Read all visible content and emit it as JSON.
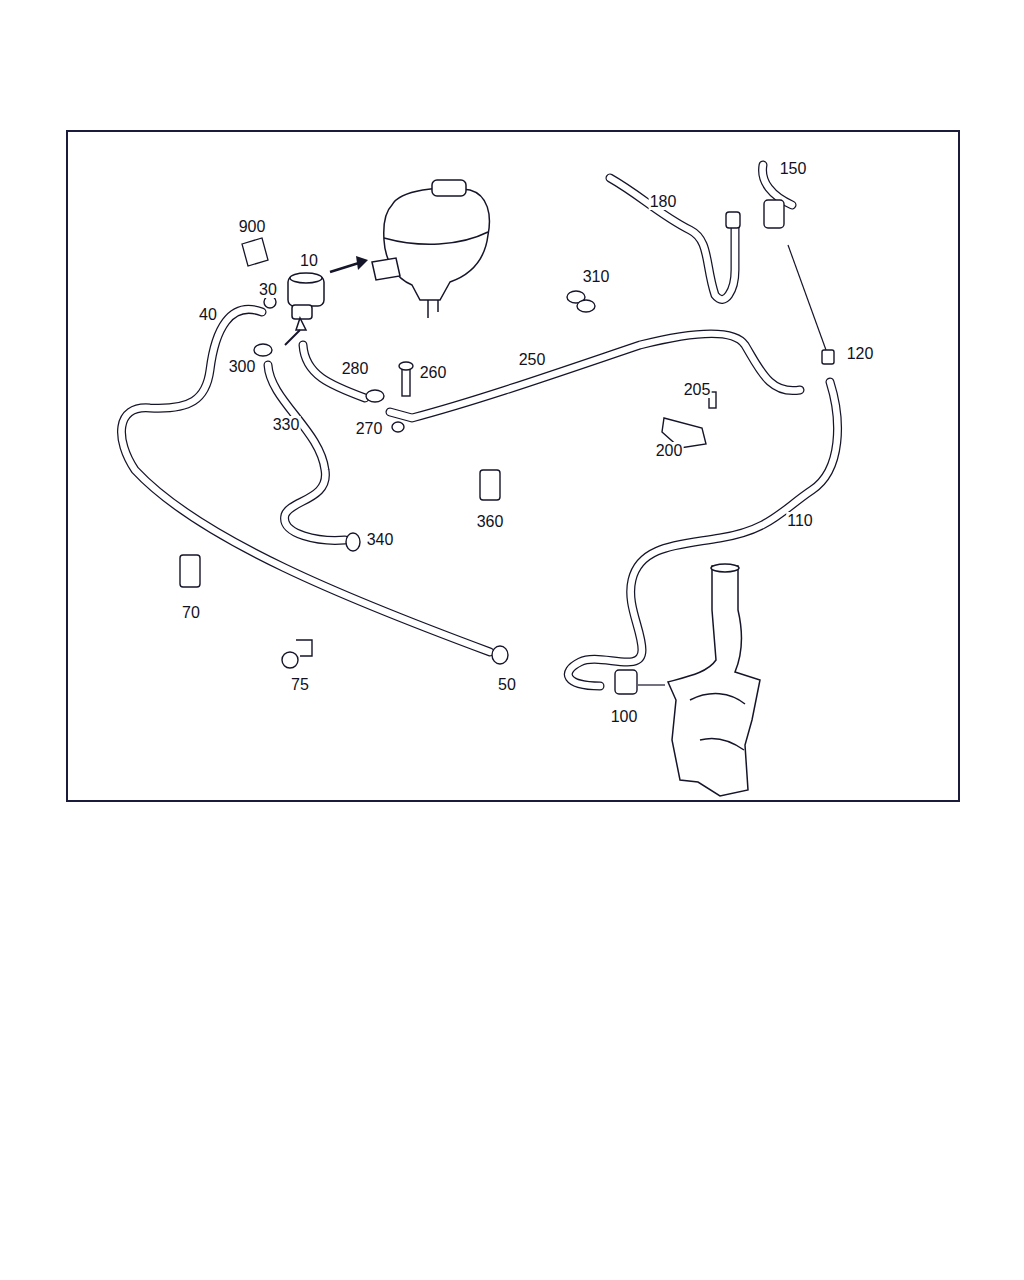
{
  "diagram": {
    "labels": [
      "150",
      "180",
      "900",
      "310",
      "10",
      "30",
      "40",
      "120",
      "280",
      "300",
      "260",
      "250",
      "205",
      "270",
      "330",
      "200",
      "110",
      "360",
      "340",
      "70",
      "75",
      "50",
      "100"
    ]
  }
}
